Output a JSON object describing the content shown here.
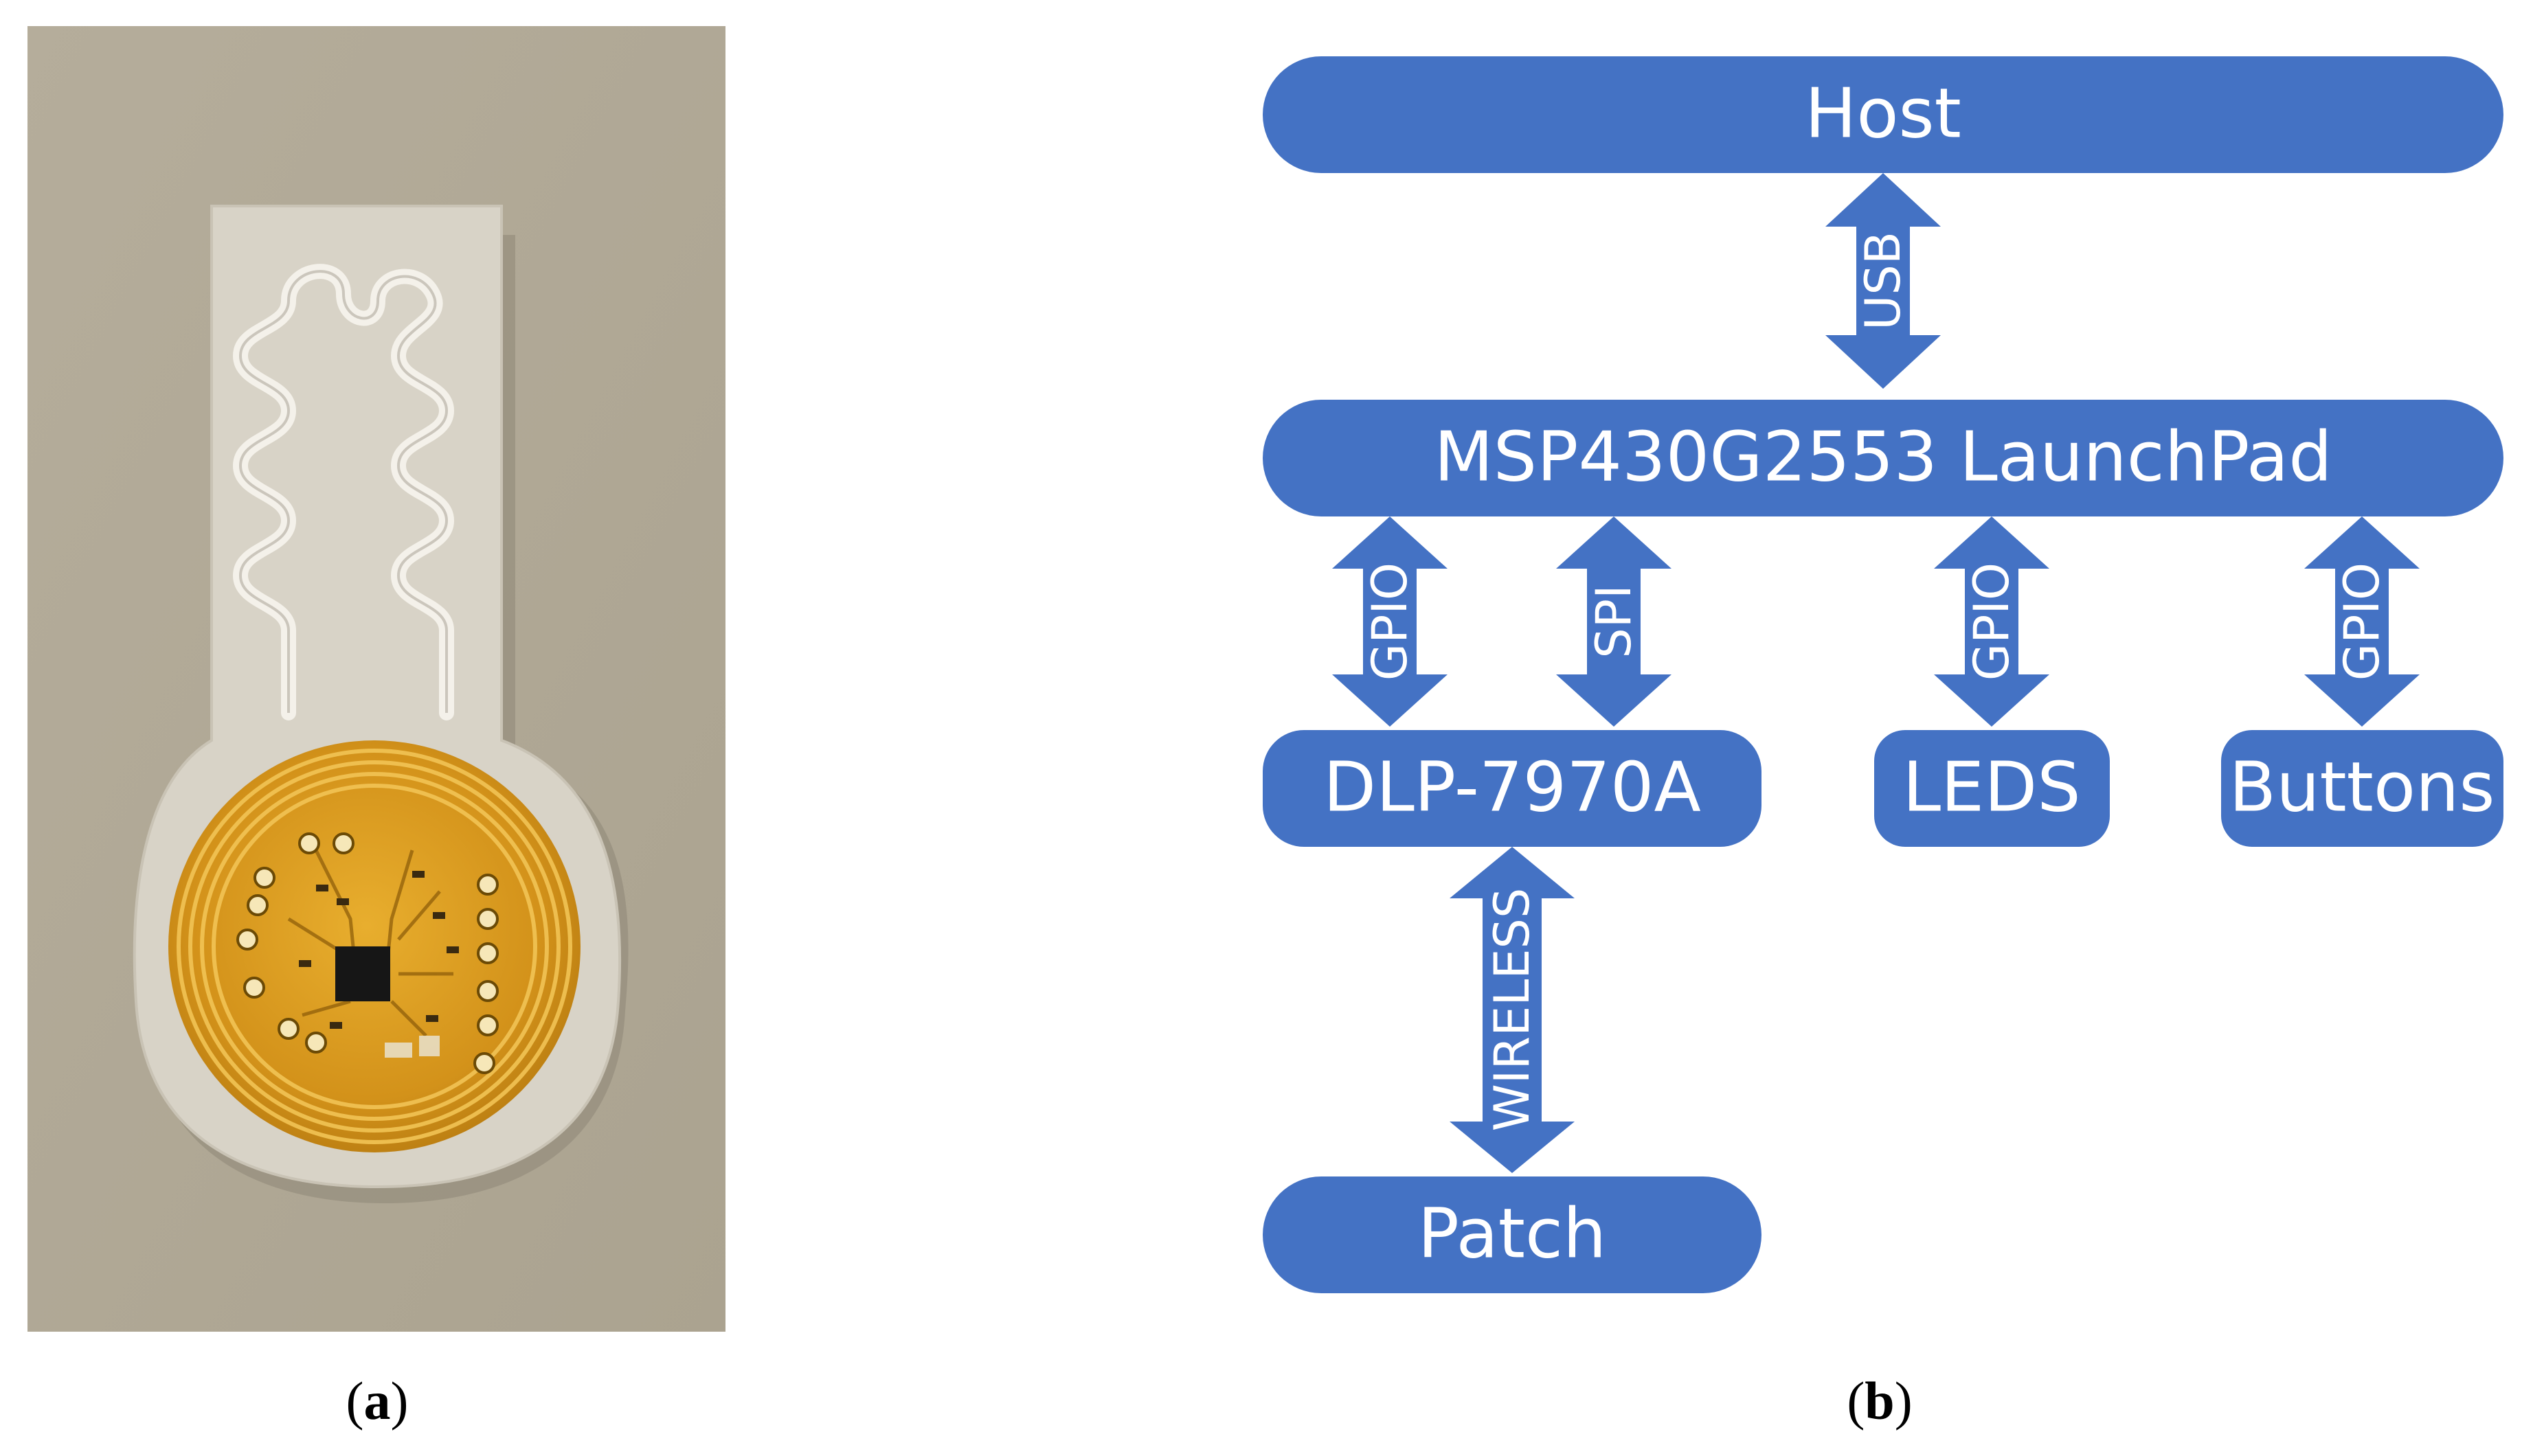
{
  "diagram": {
    "blocks": {
      "host": "Host",
      "launchpad": "MSP430G2553 LaunchPad",
      "dlp": "DLP-7970A",
      "leds": "LEDS",
      "buttons": "Buttons",
      "patch": "Patch"
    },
    "links": {
      "host_launchpad": "USB",
      "launchpad_dlp_gpio": "GPIO",
      "launchpad_dlp_spi": "SPI",
      "launchpad_leds": "GPIO",
      "launchpad_buttons": "GPIO",
      "dlp_patch": "WIRELESS"
    },
    "colors": {
      "block_fill": "#4472C4",
      "arrow_fill": "#4472C4",
      "text": "#FFFFFF"
    }
  },
  "captions": {
    "a": {
      "open": "(",
      "letter": "a",
      "close": ")"
    },
    "b": {
      "open": "(",
      "letter": "b",
      "close": ")"
    }
  },
  "photo": {
    "background_color": "#B2AA98",
    "patch_color": "#D9D5CB",
    "pcb_color": "#D99A16",
    "chip_color": "#1A1A1A"
  }
}
